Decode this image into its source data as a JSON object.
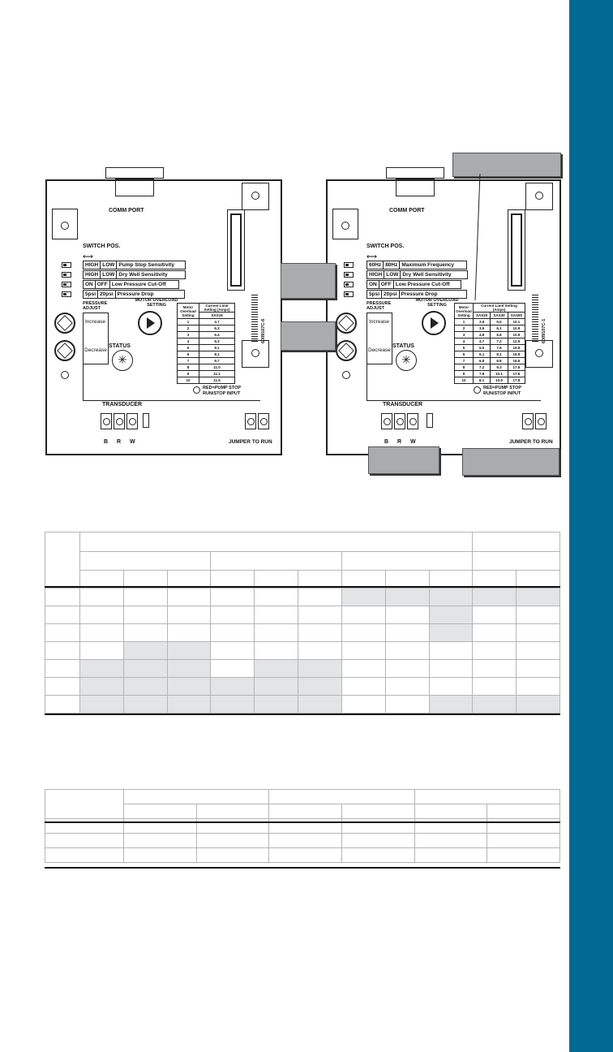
{
  "left_board": {
    "comm_port": "COMM PORT",
    "switch_pos": "SWITCH POS.",
    "switch_rows": [
      [
        "HIGH",
        "LOW",
        "Pump Stop Sensitivity"
      ],
      [
        "HIGH",
        "LOW",
        "Dry Well Sensitivity"
      ],
      [
        "ON",
        "OFF",
        "Low Pressure Cut-Off"
      ],
      [
        "5psi",
        "20psi",
        "Pressure Drop"
      ]
    ],
    "pressure_adjust": "PRESSURE ADJUST",
    "increase": "Increase",
    "decrease": "Decrease",
    "motor_overload": "MOTOR OVERLOAD SETTING",
    "status": "STATUS",
    "table_head": [
      "Motor Overload Setting",
      "Current Limit Setting (Amps)"
    ],
    "table_sub": "SAS15",
    "table_rows": [
      [
        "1",
        "4.7"
      ],
      [
        "2",
        "6.3"
      ],
      [
        "3",
        "6.4"
      ],
      [
        "4",
        "6.3"
      ],
      [
        "5",
        "8.1"
      ],
      [
        "6",
        "8.1"
      ],
      [
        "7",
        "9.7"
      ],
      [
        "8",
        "11.0"
      ],
      [
        "9",
        "11.1"
      ],
      [
        "10",
        "11.5"
      ]
    ],
    "barcode": "6009107C-6",
    "red_stop": "RED=PUMP STOP",
    "runstop": "RUN/STOP INPUT",
    "transducer": "TRANSDUCER",
    "brw": [
      "B",
      "R",
      "W"
    ],
    "jumper": "JUMPER TO RUN"
  },
  "right_board": {
    "comm_port": "COMM PORT",
    "switch_pos": "SWITCH POS.",
    "switch_rows": [
      [
        "60Hz",
        "80Hz",
        "Maximum Frequency"
      ],
      [
        "HIGH",
        "LOW",
        "Dry Well Sensitivity"
      ],
      [
        "ON",
        "OFF",
        "Low Pressure Cut-Off"
      ],
      [
        "5psi",
        "20psi",
        "Pressure Drop"
      ]
    ],
    "pressure_adjust": "PRESSURE ADJUST",
    "increase": "Increase",
    "decrease": "Decrease",
    "motor_overload": "MOTOR OVERLOAD SETTING",
    "status": "STATUS",
    "table_head": [
      "Motor Overload Setting",
      "Current Limit Setting (Amps)"
    ],
    "table_sub": [
      "SAS20",
      "SAS30",
      "SAS50"
    ],
    "table_rows": [
      [
        "1",
        "3.9",
        "5.5",
        "10.1"
      ],
      [
        "2",
        "3.9",
        "6.1",
        "10.9"
      ],
      [
        "3",
        "4.8",
        "6.8",
        "10.9"
      ],
      [
        "4",
        "4.7",
        "7.2",
        "12.5"
      ],
      [
        "5",
        "5.5",
        "7.6",
        "15.9"
      ],
      [
        "6",
        "6.1",
        "8.1",
        "15.9"
      ],
      [
        "7",
        "6.8",
        "8.8",
        "16.6"
      ],
      [
        "8",
        "7.2",
        "9.3",
        "17.6"
      ],
      [
        "9",
        "7.8",
        "10.1",
        "17.6"
      ],
      [
        "10",
        "8.1",
        "10.9",
        "17.8"
      ]
    ],
    "barcode": "6009107C-1",
    "red_stop": "RED=PUMP STOP",
    "runstop": "RUN/STOP INPUT",
    "transducer": "TRANSDUCER",
    "brw": [
      "B",
      "R",
      "W"
    ],
    "jumper": "JUMPER TO RUN"
  },
  "colors": {
    "sidebar": "#006a94",
    "shade": "#e3e4e6",
    "callout": "#a9abad"
  }
}
